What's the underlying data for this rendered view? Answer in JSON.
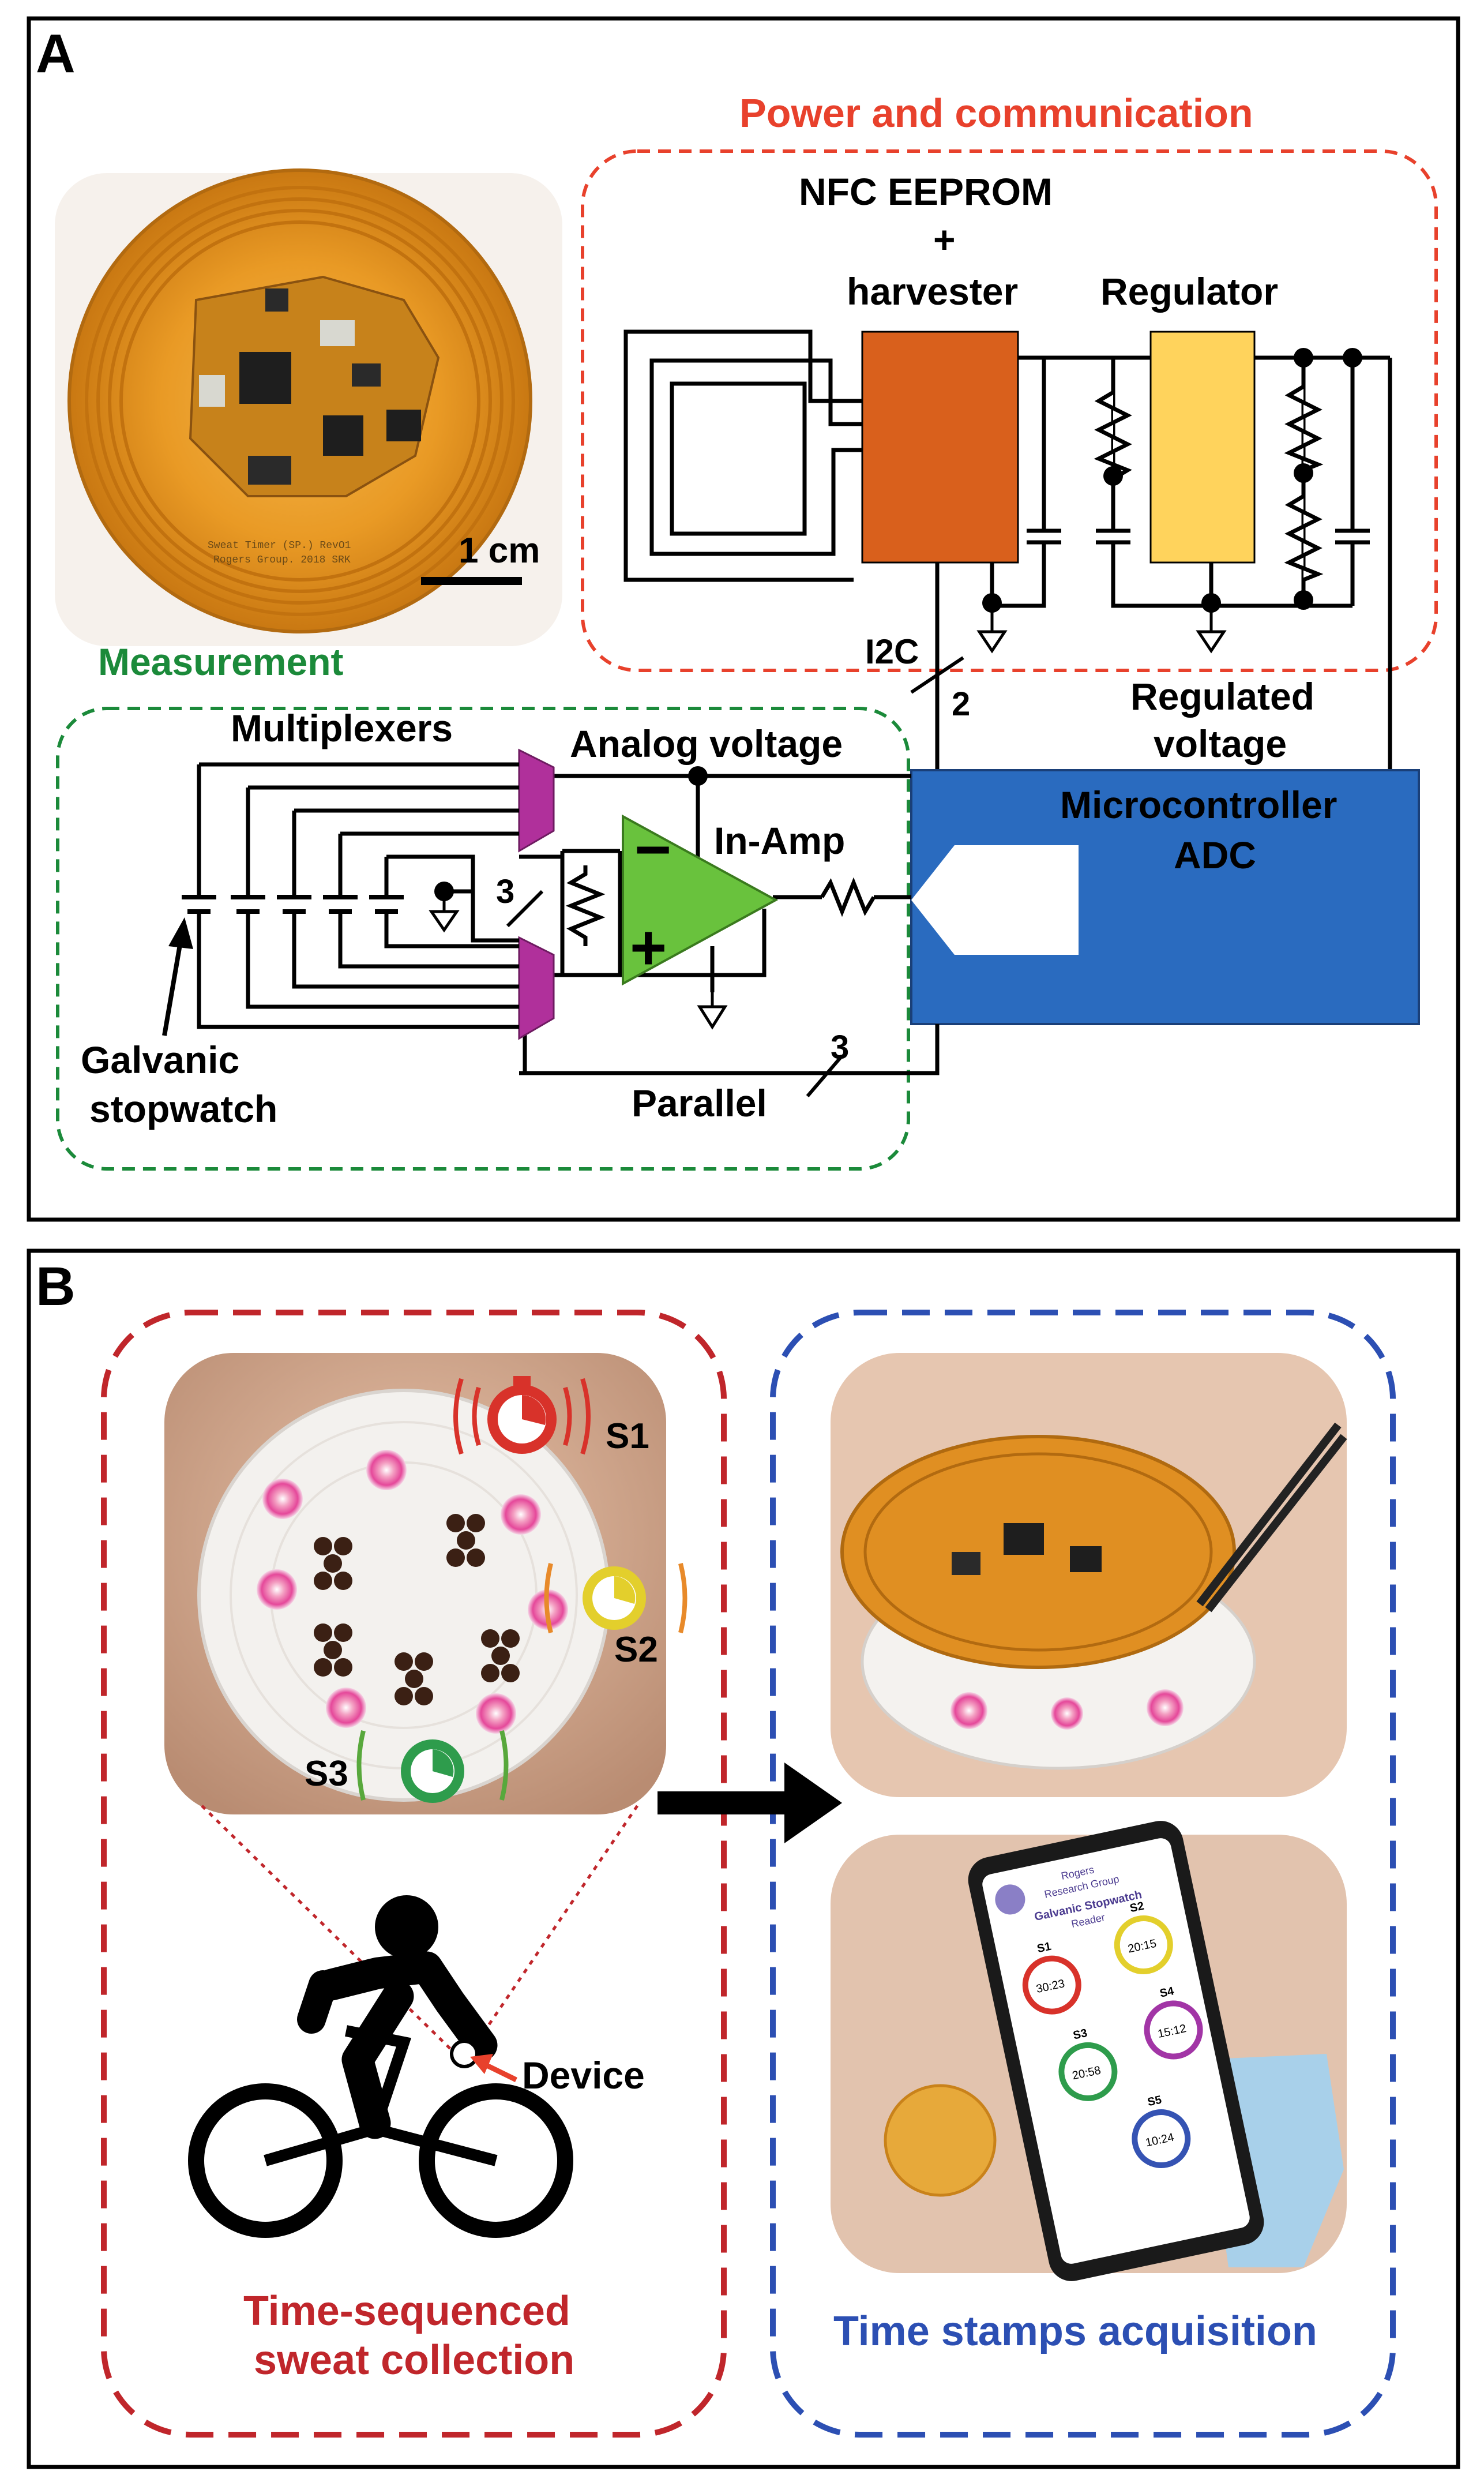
{
  "panel_a": {
    "letter": "A",
    "groups": {
      "power": "Power and communication",
      "measurement": "Measurement"
    },
    "scale_bar": "1 cm",
    "board_silkscreen": [
      "Sweat Timer (SP.) RevO1",
      "Rogers Group. 2018 SRK"
    ],
    "labels": {
      "nfc_1": "NFC EEPROM",
      "nfc_2": "+",
      "nfc_3": "harvester",
      "regulator": "Regulator",
      "i2c": "I2C",
      "i2c_count": "2",
      "regulated_1": "Regulated",
      "regulated_2": "voltage",
      "multiplexers": "Multiplexers",
      "analog_voltage": "Analog voltage",
      "in_amp": "In-Amp",
      "mux_count": "3",
      "micro_1": "Microcontroller",
      "micro_2": "ADC",
      "galvanic_1": "Galvanic",
      "galvanic_2": "stopwatch",
      "parallel": "Parallel",
      "parallel_count": "3",
      "minus": "−",
      "plus": "+"
    }
  },
  "panel_b": {
    "letter": "B",
    "device_label": "Device",
    "sensors": [
      "S1",
      "S2",
      "S3"
    ],
    "left_caption_1": "Time-sequenced",
    "left_caption_2": "sweat collection",
    "right_caption": "Time stamps acquisition",
    "phone": {
      "header_1": "Rogers",
      "header_2": "Research Group",
      "header_3": "Galvanic Stopwatch",
      "header_4": "Reader",
      "timers": [
        {
          "label": "S1",
          "time": "30:23",
          "color": "#d8322a"
        },
        {
          "label": "S2",
          "time": "20:15",
          "color": "#e3cf2c"
        },
        {
          "label": "S3",
          "time": "20:58",
          "color": "#2e9c4c"
        },
        {
          "label": "S4",
          "time": "15:12",
          "color": "#a235a6"
        },
        {
          "label": "S5",
          "time": "10:24",
          "color": "#3553b3"
        }
      ]
    }
  },
  "colors": {
    "power_border": "#e8412c",
    "measurement_border": "#1b8a3a",
    "left_box_border": "#c0262b",
    "right_box_border": "#2c4fb3",
    "nfc_block": "#d9601c",
    "regulator_block": "#ffd35c",
    "mcu_block": "#2a6bbf",
    "in_amp": "#69c23d",
    "mux": "#b0309b"
  }
}
